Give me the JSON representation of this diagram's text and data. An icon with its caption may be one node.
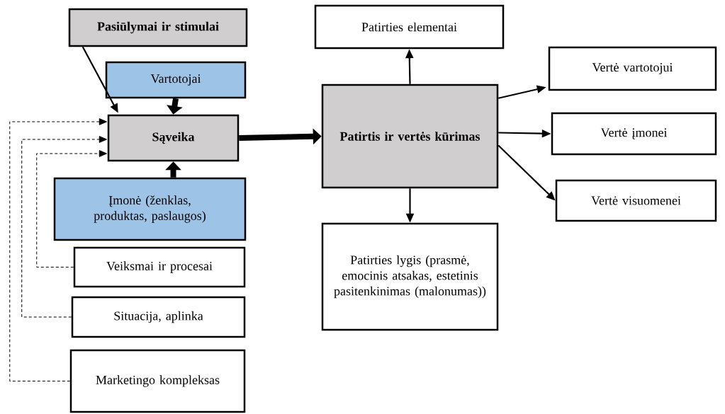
{
  "diagram": {
    "nodes": [
      {
        "text": [
          "Pasiūlymai ir stimulai"
        ]
      },
      {
        "text": [
          "Vartotojai"
        ]
      },
      {
        "text": [
          "Sąveika"
        ]
      },
      {
        "text": [
          "Įmonė (ženklas, produktas, paslaugos)"
        ]
      },
      {
        "text": [
          "Veiksmai ir procesai"
        ]
      },
      {
        "text": [
          "Situacija, aplinka"
        ]
      },
      {
        "text": [
          "Marketingo kompleksas"
        ]
      },
      {
        "text": [
          "Patirtis ir vertės kūrimas"
        ]
      },
      {
        "text": [
          "Patirties elementai"
        ]
      },
      {
        "text": [
          "Vertė vartotojui"
        ]
      },
      {
        "text": [
          "Vertė įmonei"
        ]
      },
      {
        "text": [
          "Vertė visuomenei"
        ]
      },
      {
        "text": [
          "Patirties lygis (prasmė, emocinis atsakas, estetinis pasitenkinimas (malonumas))"
        ]
      }
    ],
    "edges": [
      {
        "from": 0,
        "to": 2,
        "arrow": "to"
      },
      {
        "from": 1,
        "to": 2,
        "arrow": "to",
        "style": "thick"
      },
      {
        "from": 3,
        "to": 2,
        "arrow": "to",
        "style": "thick"
      },
      {
        "from": 4,
        "to": 2,
        "arrow": "to",
        "style": "dashed"
      },
      {
        "from": 5,
        "to": 2,
        "arrow": "to",
        "style": "dashed"
      },
      {
        "from": 6,
        "to": 2,
        "arrow": "to",
        "style": "dashed"
      },
      {
        "from": 2,
        "to": 7,
        "arrow": "to",
        "style": "thick"
      },
      {
        "from": 7,
        "to": 8,
        "arrow": "to"
      },
      {
        "from": 7,
        "to": 9,
        "arrow": "to"
      },
      {
        "from": 7,
        "to": 10,
        "arrow": "to"
      },
      {
        "from": 7,
        "to": 11,
        "arrow": "to"
      },
      {
        "from": 7,
        "to": 12,
        "arrow": "to"
      }
    ]
  }
}
